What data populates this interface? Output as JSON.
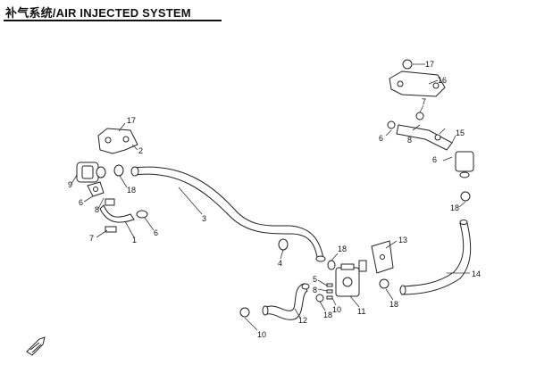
{
  "title": "补气系统/AIR INJECTED SYSTEM",
  "callouts": [
    "17",
    "2",
    "9",
    "18",
    "8",
    "3",
    "6",
    "7",
    "1",
    "6",
    "4",
    "17",
    "16",
    "7",
    "6",
    "8",
    "6",
    "15",
    "18",
    "18",
    "13",
    "5",
    "8",
    "10",
    "11",
    "18",
    "14",
    "12",
    "18",
    "10"
  ]
}
